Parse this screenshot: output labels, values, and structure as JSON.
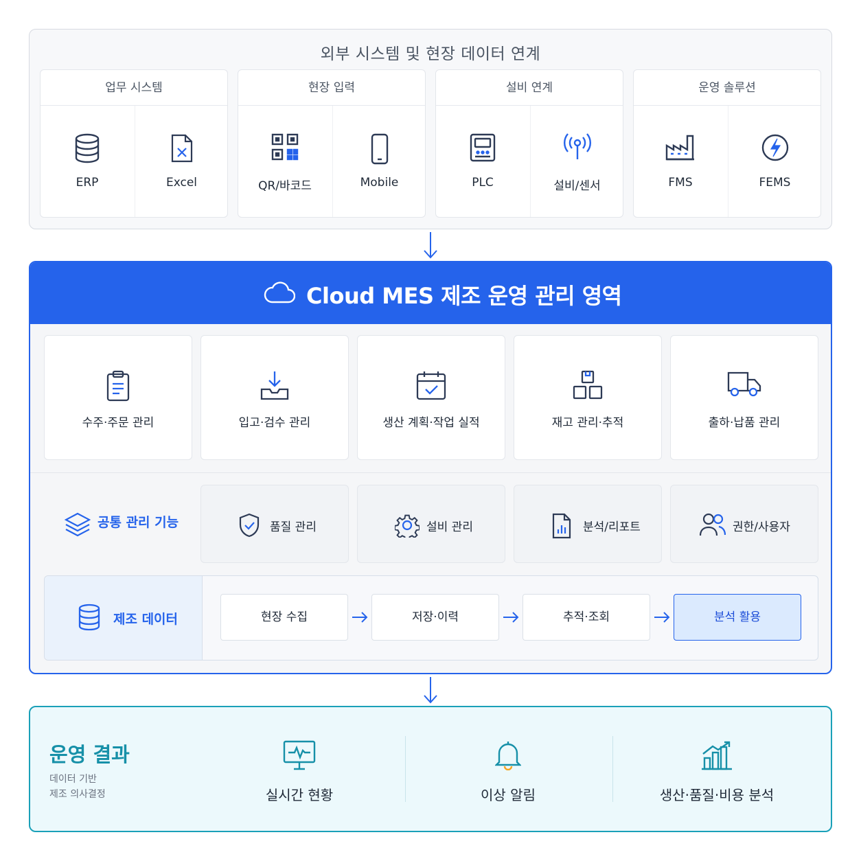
{
  "top": {
    "title": "외부 시스템 및 현장 데이터 연계",
    "groups": [
      {
        "title": "업무 시스템",
        "items": [
          {
            "label": "ERP",
            "icon": "database-icon"
          },
          {
            "label": "Excel",
            "icon": "excel-file-icon"
          }
        ]
      },
      {
        "title": "현장 입력",
        "items": [
          {
            "label": "QR/바코드",
            "icon": "qr-code-icon"
          },
          {
            "label": "Mobile",
            "icon": "mobile-phone-icon"
          }
        ]
      },
      {
        "title": "설비 연계",
        "items": [
          {
            "label": "PLC",
            "icon": "plc-device-icon"
          },
          {
            "label": "설비/센서",
            "icon": "sensor-signal-icon"
          }
        ]
      },
      {
        "title": "운영 솔루션",
        "items": [
          {
            "label": "FMS",
            "icon": "factory-icon"
          },
          {
            "label": "FEMS",
            "icon": "energy-bolt-icon"
          }
        ]
      }
    ]
  },
  "mes": {
    "title": "Cloud MES 제조 운영 관리 영역",
    "functions": [
      {
        "label": "수주·주문 관리",
        "icon": "clipboard-icon"
      },
      {
        "label": "입고·검수 관리",
        "icon": "inbox-download-icon"
      },
      {
        "label": "생산 계획·작업 실적",
        "icon": "calendar-check-icon"
      },
      {
        "label": "재고 관리·추적",
        "icon": "boxes-icon"
      },
      {
        "label": "출하·납품 관리",
        "icon": "truck-icon"
      }
    ],
    "common": {
      "label": "공통 관리 기능",
      "items": [
        {
          "label": "품질 관리",
          "icon": "shield-check-icon"
        },
        {
          "label": "설비 관리",
          "icon": "gear-icon"
        },
        {
          "label": "분석/리포트",
          "icon": "report-chart-icon"
        },
        {
          "label": "권한/사용자",
          "icon": "users-icon"
        }
      ]
    },
    "data": {
      "label": "제조 데이터",
      "steps": [
        "현장 수집",
        "저장·이력",
        "추적·조회",
        "분석 활용"
      ]
    }
  },
  "result": {
    "title": "운영 결과",
    "sub1": "데이터 기반",
    "sub2": "제조 의사결정",
    "items": [
      {
        "label": "실시간 현황",
        "icon": "monitor-pulse-icon"
      },
      {
        "label": "이상 알림",
        "icon": "bell-icon"
      },
      {
        "label": "생산·품질·비용 분석",
        "icon": "bar-growth-icon"
      }
    ]
  },
  "colors": {
    "primary": "#2563eb",
    "teal": "#1690a8",
    "border": "#d6dae1"
  }
}
